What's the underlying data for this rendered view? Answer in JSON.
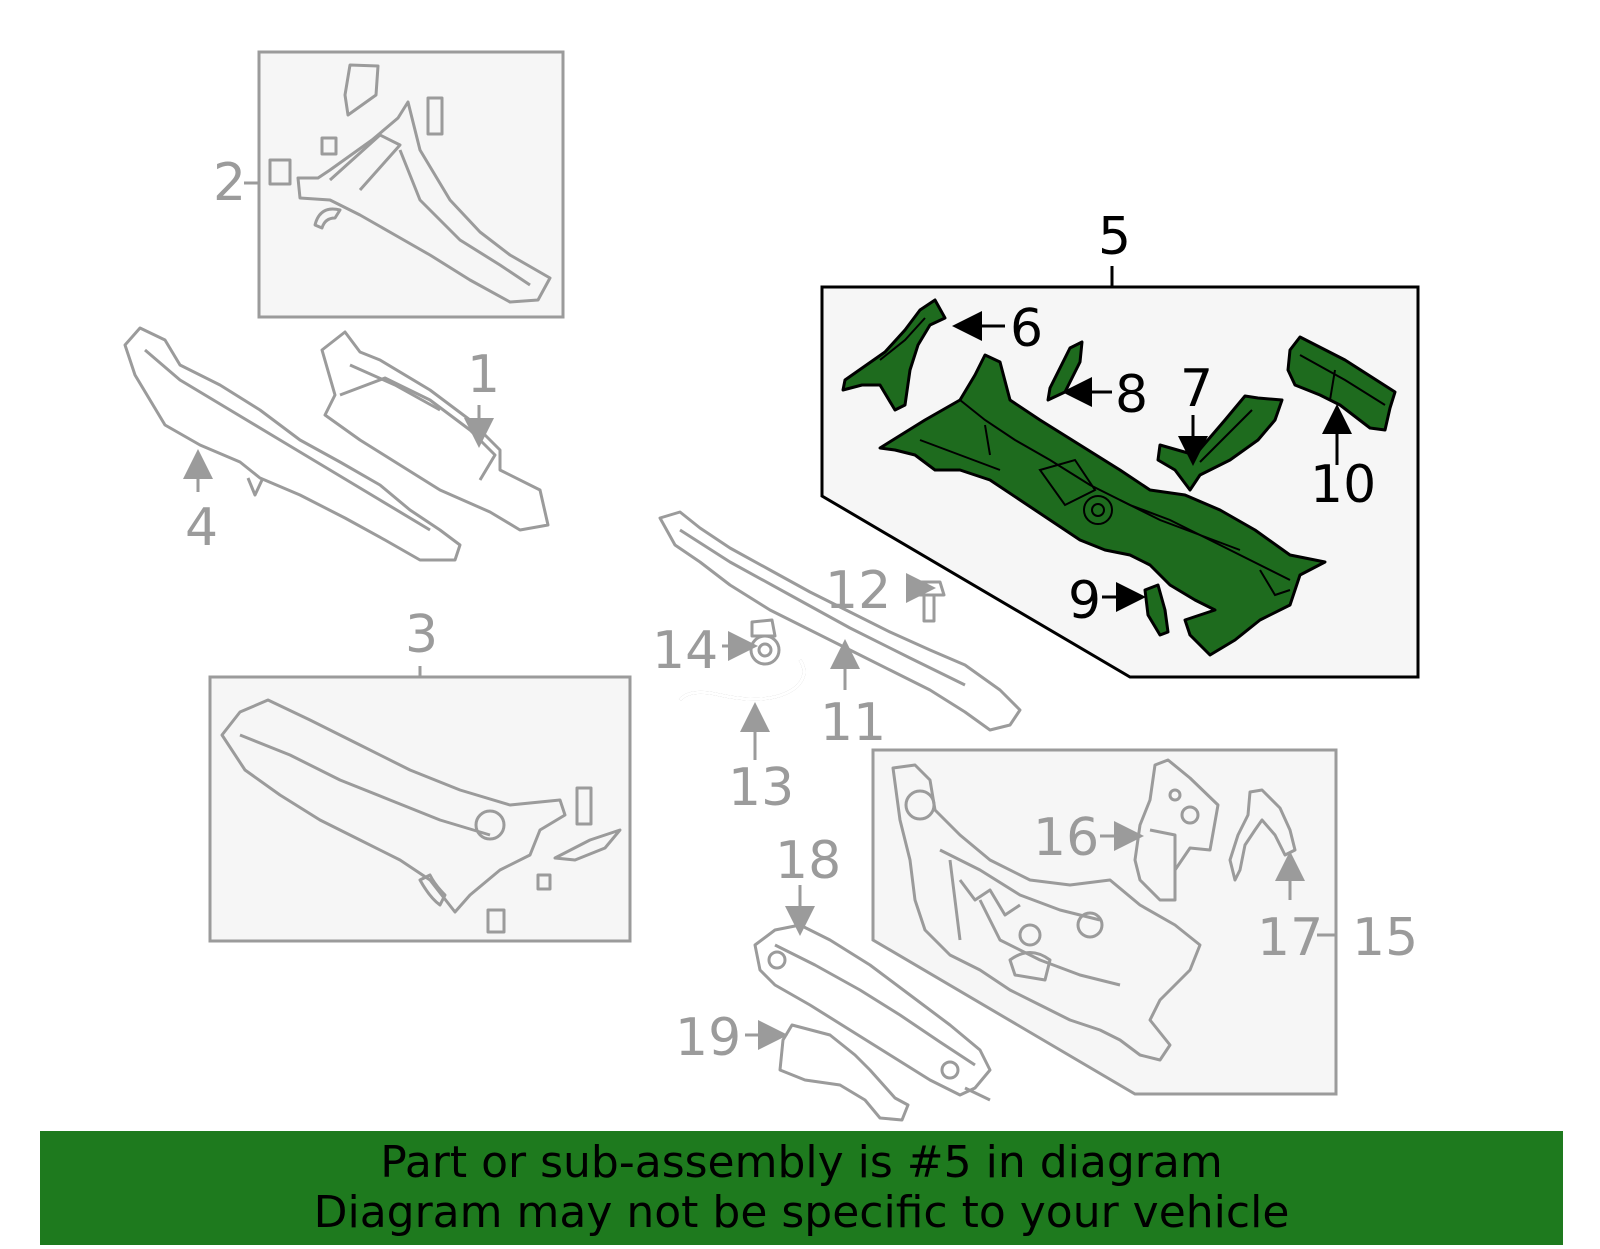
{
  "labels": {
    "l1": "1",
    "l2": "2",
    "l3": "3",
    "l4": "4",
    "l5": "5",
    "l6": "6",
    "l7": "7",
    "l8": "8",
    "l9": "9",
    "l10": "10",
    "l11": "11",
    "l12": "12",
    "l13": "13",
    "l14": "14",
    "l15": "15",
    "l16": "16",
    "l17": "17",
    "l18": "18",
    "l19": "19"
  },
  "banner": {
    "line1": "Part or sub-assembly is #5 in diagram",
    "line2": "Diagram may not be specific to your vehicle"
  },
  "colors": {
    "highlight": "#1e6b1e",
    "banner": "#1e7a1e",
    "grey": "#9b9b9b"
  }
}
